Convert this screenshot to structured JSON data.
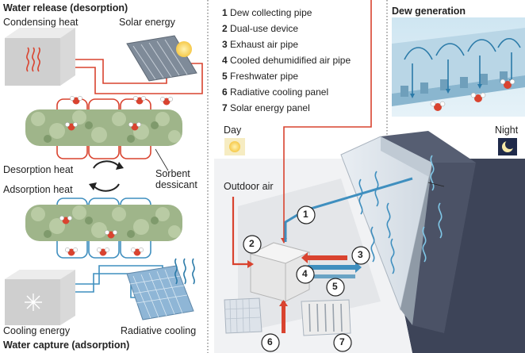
{
  "left_panel": {
    "top_heading": "Water release (desorption)",
    "condensing_heat": "Condensing heat",
    "solar_energy": "Solar energy",
    "desorption_heat": "Desorption heat",
    "sorbent_desiccant_line1": "Sorbent",
    "sorbent_desiccant_line2": "dessicant",
    "adsorption_heat": "Adsorption heat",
    "cooling_energy": "Cooling energy",
    "radiative_cooling": "Radiative cooling",
    "bottom_heading": "Water capture (adsorption)"
  },
  "legend": [
    {
      "num": "1",
      "label": "Dew collecting pipe"
    },
    {
      "num": "2",
      "label": "Dual-use device"
    },
    {
      "num": "3",
      "label": "Exhaust air pipe"
    },
    {
      "num": "4",
      "label": "Cooled dehumidified air pipe"
    },
    {
      "num": "5",
      "label": "Freshwater pipe"
    },
    {
      "num": "6",
      "label": "Radiative cooling panel"
    },
    {
      "num": "7",
      "label": "Solar energy panel"
    }
  ],
  "right_panel": {
    "dew_generation": "Dew generation",
    "day": "Day",
    "night": "Night",
    "outdoor_air": "Outdoor air"
  },
  "callouts": [
    "1",
    "2",
    "3",
    "4",
    "5",
    "6",
    "7"
  ],
  "colors": {
    "hot": "#d9432f",
    "cold": "#3f8fbf",
    "panel_dark": "#3d4458",
    "device_grey": "#e6e6e6",
    "sorbent_green": "#9fb58a"
  }
}
